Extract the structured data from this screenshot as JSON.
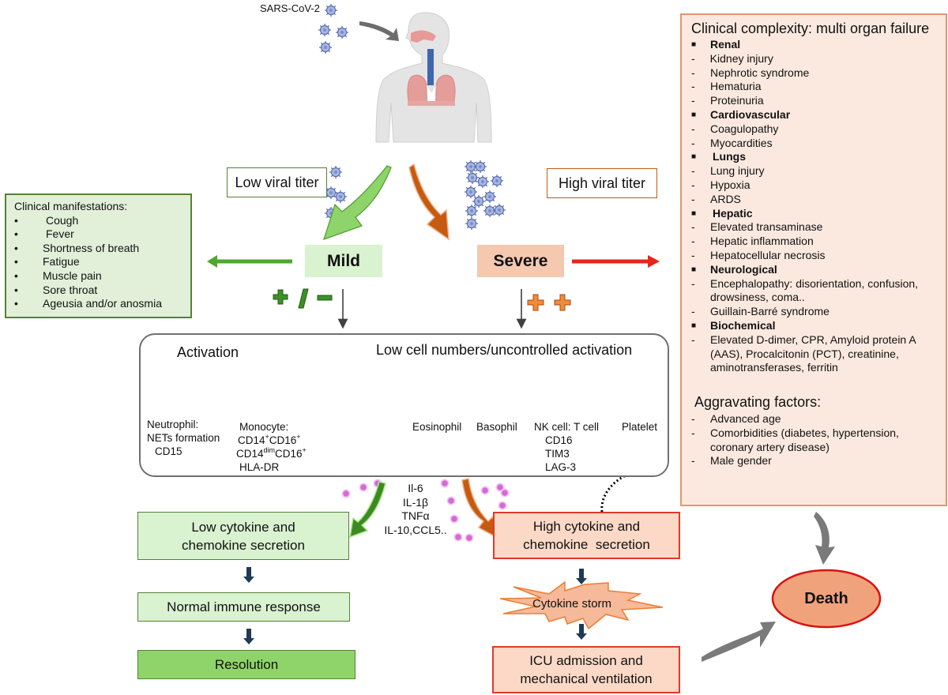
{
  "virus": {
    "label": "SARS-CoV-2"
  },
  "titers": {
    "low": "Low viral titer",
    "high": "High viral titer"
  },
  "severity": {
    "mild": "Mild",
    "severe": "Severe",
    "mild_sign": "+ / −",
    "severe_sign": "+ +"
  },
  "clinical_manifestations": {
    "title": "Clinical manifestations:",
    "items": [
      "Cough",
      "Fever",
      "Shortness of breath",
      "Fatigue",
      "Muscle pain",
      "Sore throat",
      "Ageusia and/or anosmia"
    ]
  },
  "clinical_complexity": {
    "title": "Clinical complexity: multi organ failure",
    "categories": [
      {
        "name": "Renal",
        "items": [
          "Kidney injury",
          "Nephrotic syndrome",
          "Hematuria",
          "Proteinuria"
        ]
      },
      {
        "name": "Cardiovascular",
        "items": [
          "Coagulopathy",
          "Myocardities"
        ]
      },
      {
        "name": "Lungs",
        "items": [
          "Lung injury",
          "Hypoxia",
          "ARDS"
        ]
      },
      {
        "name": "Hepatic",
        "items": [
          "Elevated transaminase",
          "Hepatic inflammation",
          "Hepatocellular necrosis"
        ]
      },
      {
        "name": "Neurological",
        "items": [
          "Encephalopathy: disorientation, confusion, drowsiness, coma..",
          "Guillain-Barré syndrome"
        ]
      },
      {
        "name": "Biochemical",
        "items": [
          "Elevated D-dimer, CPR, Amyloid protein A (AAS), Procalcitonin (PCT), creatinine, aminotransferases, ferritin"
        ]
      }
    ],
    "aggravating_title": "Aggravating factors:",
    "aggravating_items": [
      "Advanced age",
      "Comorbidities (diabetes, hypertension, coronary artery disease)",
      "Male gender"
    ]
  },
  "immune": {
    "activation_title": "Activation",
    "uncontrolled_title": "Low cell numbers/uncontrolled activation",
    "neutrophil": {
      "line1": "Neutrophil:",
      "line2": "NETs formation",
      "line3": "CD15"
    },
    "monocyte": {
      "title": "Monocyte:",
      "up_a": "CD14",
      "up_a_sup": "+",
      "up_b": "CD16",
      "up_b_sup": "+",
      "down_a": "CD14",
      "down_a_sup": "dim",
      "down_b": "CD16",
      "down_b_sup": "+",
      "extra": "HLA-DR"
    },
    "eosinophil": "Eosinophil",
    "basophil": "Basophil",
    "nk": {
      "title": "NK cell: T cell",
      "markers": [
        "CD16",
        "TIM3",
        "LAG-3"
      ]
    },
    "platelet": "Platelet"
  },
  "cytokines": {
    "list": [
      "Il-6",
      "IL-1β",
      "TNFα",
      "IL-10,CCL5.."
    ]
  },
  "mild_path": {
    "low_cytokine": [
      "Low cytokine and",
      "chemokine secretion"
    ],
    "normal": "Normal immune response",
    "resolution": "Resolution"
  },
  "severe_path": {
    "high_cytokine": [
      "High cytokine and",
      "chemokine  secretion"
    ],
    "storm": "Cytokine storm",
    "icu": [
      "ICU admission and",
      "mechanical ventilation"
    ]
  },
  "outcome": {
    "death": "Death"
  },
  "colors": {
    "green": "#548235",
    "light_green": "#d9f2d0",
    "orange": "#c55a11",
    "salmon": "#f5c8b0",
    "red": "#e03a2a",
    "grey_arrow": "#7f7f7f",
    "virus": "#6f86c6"
  }
}
